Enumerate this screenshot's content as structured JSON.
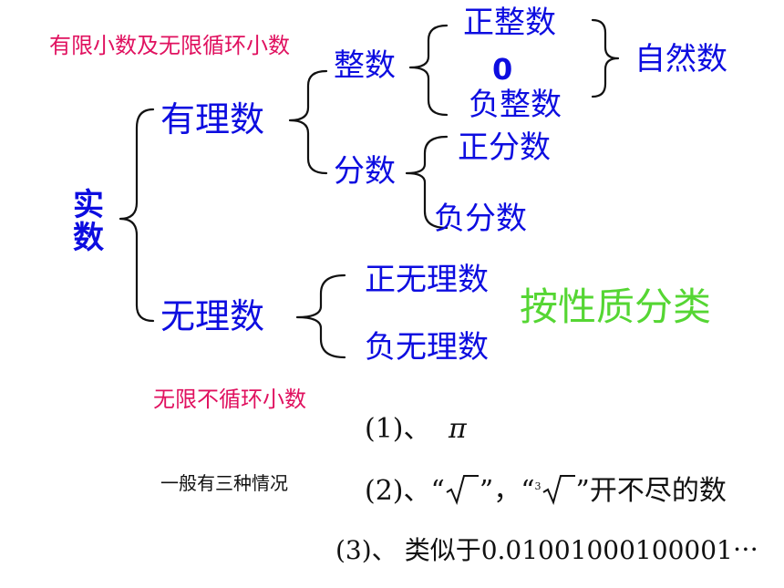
{
  "colors": {
    "category": "#0d0de0",
    "note": "#e0115f",
    "highlight": "#55d633",
    "text": "#111111"
  },
  "tree": {
    "root": [
      "实",
      "数"
    ],
    "rational": {
      "label": "有理数",
      "note": "有限小数及无限循环小数",
      "integer": {
        "label": "整数",
        "positive": "正整数",
        "zero": "0",
        "negative": "负整数",
        "natural": "自然数"
      },
      "fraction": {
        "label": "分数",
        "positive": "正分数",
        "negative": "负分数"
      }
    },
    "irrational": {
      "label": "无理数",
      "note": "无限不循环小数",
      "positive": "正无理数",
      "negative": "负无理数"
    },
    "classification": "按性质分类"
  },
  "cases": {
    "title": "一般有三种情况",
    "items": [
      {
        "num": "(1)",
        "sep": "、",
        "text": "π"
      },
      {
        "num": "(2)",
        "sep": "、",
        "open": "“",
        "close": "”",
        "mid": "，",
        "index": "3",
        "suffix": "开不尽的数"
      },
      {
        "num": "(3)",
        "sep": "、",
        "prefix": "类似于",
        "value": "0.0100100010000",
        "ellipsis": "1⋯"
      }
    ]
  }
}
